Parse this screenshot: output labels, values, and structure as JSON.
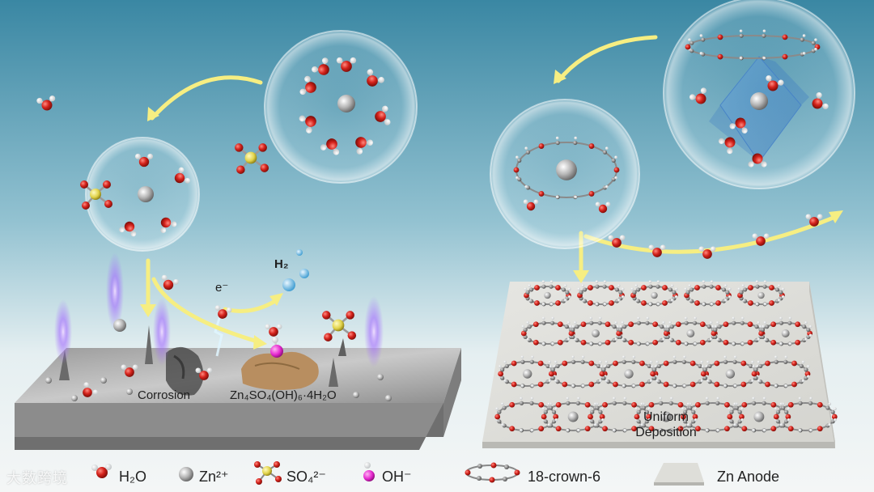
{
  "labels": {
    "h2": "H₂",
    "electron": "e⁻",
    "corrosion": "Corrosion",
    "byproduct": "Zn₄SO₄(OH)₆·4H₂O",
    "uniform_line1": "Uniform",
    "uniform_line2": "Deposition"
  },
  "legend": [
    {
      "icon": "water-molecule-icon",
      "label": "H₂O"
    },
    {
      "icon": "zinc-ion-icon",
      "label": "Zn²⁺"
    },
    {
      "icon": "sulfate-ion-icon",
      "label": "SO₄²⁻"
    },
    {
      "icon": "hydroxide-ion-icon",
      "label": "OH⁻"
    },
    {
      "icon": "crown-ether-icon",
      "label": "18-crown-6"
    },
    {
      "icon": "zn-anode-icon",
      "label": "Zn Anode"
    }
  ],
  "watermark": "大数跨境",
  "colors": {
    "bg_top": "#3d88a4",
    "bg_bottom": "#f3f6f6",
    "oxygen": "#d5231c",
    "hydrogen": "#ffffff",
    "sulfur": "#e1d34a",
    "zinc": "#b8b8b8",
    "carbon": "#7a7a7a",
    "hydroxide": "#e62ad0",
    "arrow": "#f6ee82",
    "plasma": "#a36bff"
  }
}
